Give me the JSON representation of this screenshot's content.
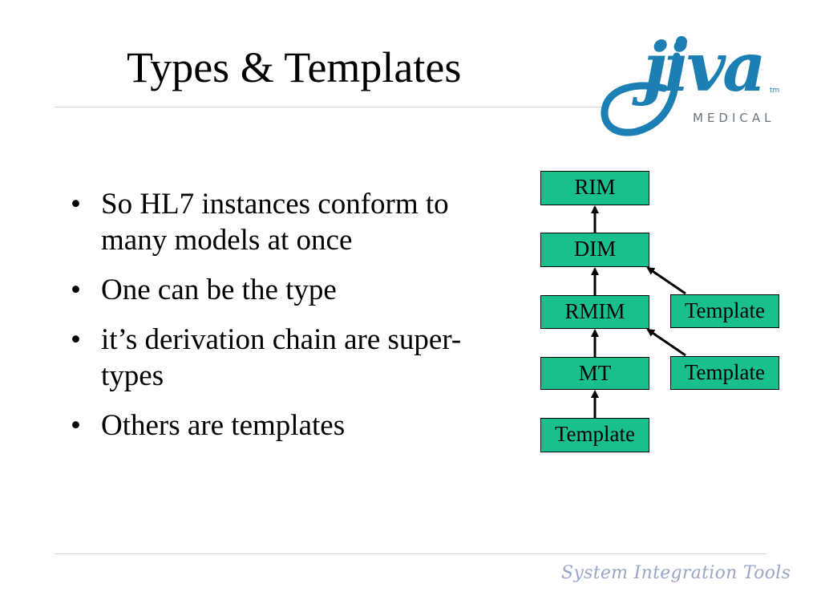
{
  "title": "Types & Templates",
  "logo": {
    "word": "jiva",
    "tagline": "MEDICAL",
    "tm": "tm",
    "color": "#1b7fb3"
  },
  "bullets": [
    "So HL7 instances conform to many models at once",
    "One can be the type",
    "it’s derivation chain are super-types",
    "Others are templates"
  ],
  "diagram": {
    "box_color": "#19c08d",
    "nodes": {
      "rim": "RIM",
      "dim": "DIM",
      "rmim": "RMIM",
      "mt": "MT",
      "template_bottom": "Template",
      "template_dim": "Template",
      "template_rmim": "Template"
    }
  },
  "footer": "System Integration Tools"
}
